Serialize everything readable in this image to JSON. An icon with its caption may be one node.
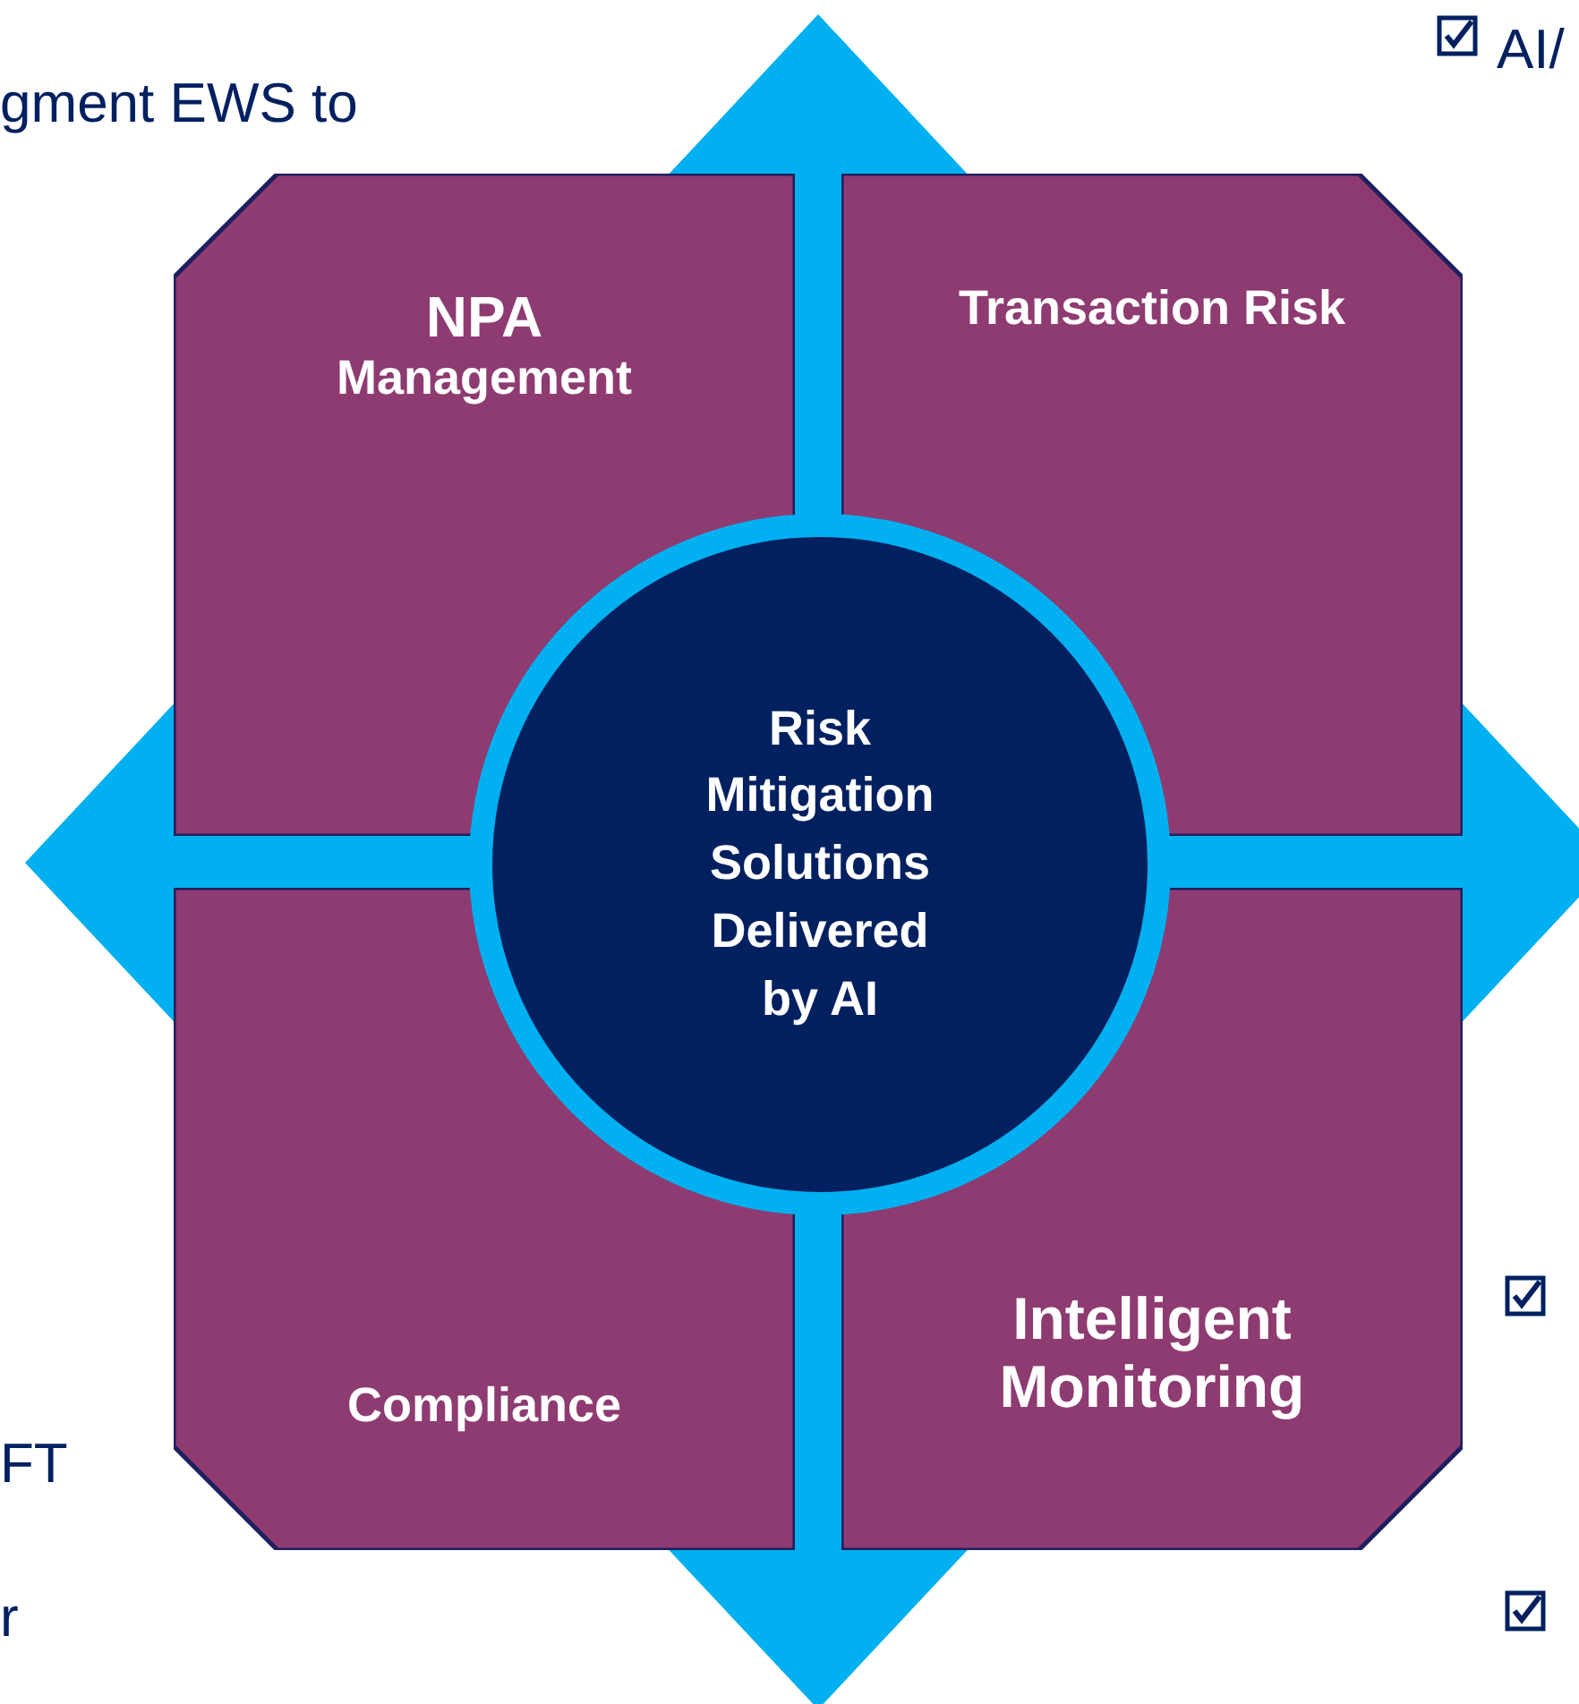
{
  "diagram": {
    "nodes": [
      {
        "text": [
          "NPA",
          "Management"
        ]
      },
      {
        "text": [
          "Transaction Risk"
        ]
      },
      {
        "text": [
          "Compliance"
        ]
      },
      {
        "text": [
          "Intelligent Monitoring"
        ]
      },
      {
        "text": [
          "Risk Mitigation Solutions Delivered by AI"
        ]
      }
    ],
    "labels": [
      "gment EWS to",
      "AI/",
      "FT",
      "r"
    ]
  }
}
